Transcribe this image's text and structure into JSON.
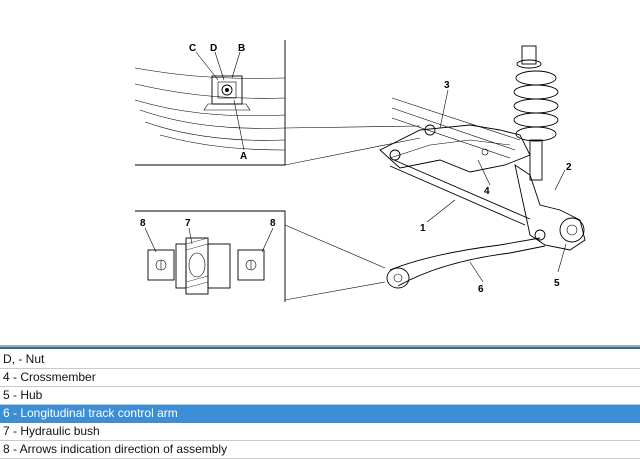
{
  "diagram": {
    "callouts": {
      "c": "C",
      "d": "D",
      "b": "B",
      "a": "A",
      "n1": "1",
      "n2": "2",
      "n3": "3",
      "n4": "4",
      "n5": "5",
      "n6": "6",
      "n7": "7",
      "n8_left": "8",
      "n8_right": "8"
    }
  },
  "colors": {
    "divider_top": "#9aaeb5",
    "divider_bottom": "#2f6f86",
    "selected_bg": "#3c8fd7",
    "row_border": "#c9c9c9"
  },
  "list": {
    "selected_index": 3,
    "items": [
      "D, - Nut",
      "4 - Crossmember",
      "5 - Hub",
      "6 - Longitudinal track control arm",
      "7 - Hydraulic bush",
      "8 - Arrows indication direction of assembly"
    ]
  }
}
